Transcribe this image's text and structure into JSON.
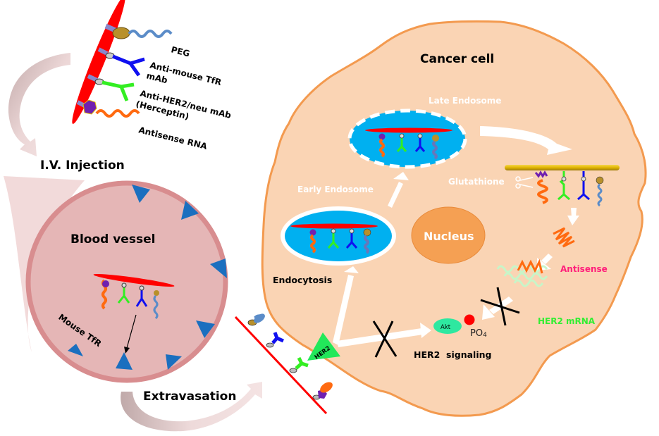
{
  "colors": {
    "cell_fill": "#FAD4B4",
    "cell_stroke": "#F39A4F",
    "vessel_fill": "#E5B6B6",
    "vessel_stroke": "#D88D8F",
    "receptor_blue": "#1B6FBF",
    "liposome_red": "#FF0000",
    "endosome_blue": "#00B0F0",
    "nucleus_fill": "#F5A053",
    "her2_green": "#22E85A",
    "antisense_pink": "#FF1E7A",
    "mrna_green": "#33EE33",
    "akt_green": "#2EE8A0",
    "peg_blue": "#5B8CC8",
    "antitfr_blue": "#1010F0",
    "antiher2_green": "#33EE22",
    "antisense_orange": "#FF6A10",
    "purple_linker": "#7020B0",
    "gold_bead": "#B8902A",
    "glutathione_gold": "#E8C000"
  },
  "legend": {
    "peg": "PEG",
    "anti_tfr_line1": "Anti-mouse TfR",
    "anti_tfr_line2": "mAb",
    "anti_her2_line1": "Anti-HER2/neu mAb",
    "anti_her2_line2": "(Herceptin)",
    "antisense_rna": "Antisense RNA"
  },
  "steps": {
    "iv_injection": "I.V. Injection",
    "extravasation": "Extravasation",
    "endocytosis": "Endocytosis"
  },
  "vessel": {
    "title": "Blood vessel",
    "receptor_label": "Mouse TfR"
  },
  "cell": {
    "title": "Cancer cell",
    "early_endosome": "Early Endosome",
    "late_endosome": "Late Endosome",
    "nucleus": "Nucleus",
    "glutathione": "Glutathione",
    "antisense": "Antisense",
    "her2_mrna": "HER2 mRNA",
    "her2_receptor": "HER2",
    "akt": "Akt",
    "phosphate": "PO",
    "phosphate_sub": "4",
    "her2_signaling": "HER2  signaling"
  }
}
